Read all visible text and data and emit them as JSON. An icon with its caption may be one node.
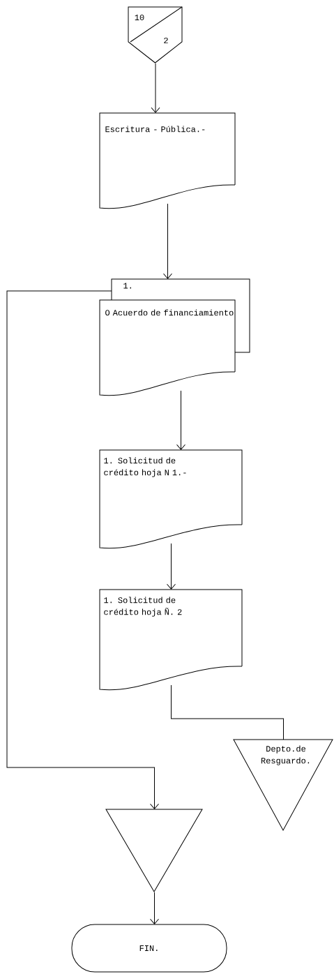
{
  "diagram": {
    "nodes": [
      {
        "text": [
          "10",
          "2"
        ]
      },
      {
        "text": [
          "Escritura - Pública.-"
        ]
      },
      {
        "text": [
          "1.",
          "O Acuerdo de financiamiento"
        ]
      },
      {
        "text": [
          "1. Solicitud de crédito hoja N 1.-"
        ]
      },
      {
        "text": [
          "1. Solicitud de crédito hoja Ñ. 2"
        ]
      },
      {
        "text": [
          "Depto.de Resguardo."
        ]
      },
      {
        "text": [],
        "shape": "triangle"
      },
      {
        "text": [
          "FIN."
        ]
      }
    ],
    "edges": [
      {
        "from": 0,
        "to": 1,
        "arrow": "to"
      },
      {
        "from": 1,
        "to": 2,
        "arrow": "to"
      },
      {
        "from": 2,
        "to": 3,
        "arrow": "to"
      },
      {
        "from": 3,
        "to": 4,
        "arrow": "to"
      },
      {
        "from": 4,
        "to": 5,
        "arrow": "none"
      },
      {
        "from": 2,
        "to": 6,
        "arrow": "to"
      },
      {
        "from": 6,
        "to": 7,
        "arrow": "to"
      }
    ]
  }
}
